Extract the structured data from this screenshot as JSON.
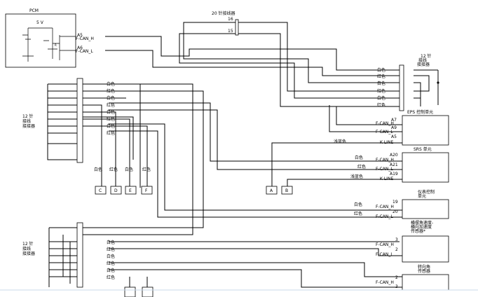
{
  "pcm": {
    "title": "PCM",
    "supply": "5 V",
    "pin_a5": "A5",
    "can_h_a5": "F-CAN_H",
    "pin_a6": "A6",
    "can_l_a6": "F-CAN_L"
  },
  "connector20": {
    "title": "20 针接线器",
    "pin16": "16",
    "pin15": "15"
  },
  "connector12_right": {
    "title_line1": "12 针",
    "title_line2": "接线",
    "title_line3": "接接器",
    "wires": [
      "白色",
      "红色",
      "白色",
      "红色",
      "白色",
      "红色"
    ]
  },
  "connector12_left_top": {
    "title_line1": "12 针",
    "title_line2": "接线",
    "title_line3": "接接器",
    "wires": [
      "白色",
      "红色",
      "白色",
      "红色",
      "白色",
      "红色",
      "白色",
      "红色"
    ]
  },
  "connector12_left_bottom": {
    "title_line1": "12 针",
    "title_line2": "接线",
    "title_line3": "接接器",
    "wires": [
      "白色",
      "红色",
      "白色",
      "红色",
      "白色",
      "红色"
    ]
  },
  "branch_ports": [
    {
      "wire": "白色",
      "label": "C"
    },
    {
      "wire": "红色",
      "label": "D"
    },
    {
      "wire": "白色",
      "label": "E"
    },
    {
      "wire": "红色",
      "label": "F"
    }
  ],
  "ports_ab": [
    {
      "label": "A"
    },
    {
      "label": "B"
    }
  ],
  "eps": {
    "title": "EPS 控制单元",
    "wire_kline": "浅蓝色",
    "pin1": "A7",
    "sig1": "F-CAN_H",
    "pin2": "A9",
    "sig2": "F-CAN_L",
    "pin3": "A5",
    "sig3": "K LINE"
  },
  "srs": {
    "title": "SRS 单元",
    "wire1": "白色",
    "pin1": "A20",
    "sig1": "F-CAN_H",
    "wire2": "红色",
    "pin2": "A21",
    "sig2": "F-CAN_L",
    "wire3": "浅蓝色",
    "pin3": "A19",
    "sig3": "K LINE"
  },
  "meter": {
    "title_line1": "仪表控制",
    "title_line2": "单元",
    "wire1": "白色",
    "pin1": "19",
    "sig1": "F-CAN_H",
    "wire2": "红色",
    "pin2": "20",
    "sig2": "F-CAN_L"
  },
  "yaw": {
    "title_line1": "横摆角速度-",
    "title_line2": "横向加速度",
    "title_line3": "传感器*",
    "pin1": "3",
    "sig1": "F-CAN_H",
    "pin2": "2",
    "sig2": "F-CAN_L"
  },
  "steer": {
    "title_line1": "转向角",
    "title_line2": "传感器",
    "pin1": "2",
    "sig1": "F-CAN_H",
    "pin2": "3"
  }
}
